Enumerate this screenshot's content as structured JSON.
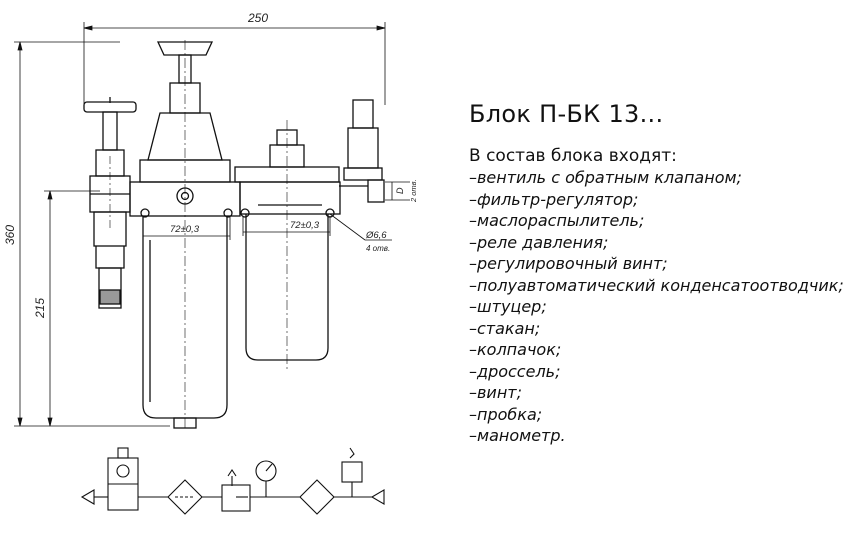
{
  "title": "Блок П-БК 13...",
  "intro": "В состав блока входят:",
  "items": [
    "вентиль с обратным клапаном;",
    "фильтр-регулятор;",
    "маслораспылитель;",
    "реле давления;",
    "регулировочный винт;",
    "полуавтоматический конденсатоотводчик;",
    "штуцер;",
    "стакан;",
    "колпачок;",
    "дроссель;",
    "винт;",
    "пробка;",
    "манометр."
  ],
  "dimensions": {
    "width_total": "250",
    "height_total": "360",
    "height_outlet": "215",
    "spacing_left": "72±0,3",
    "spacing_right": "72±0,3",
    "hole_dia": "Ø6,6",
    "hole_count": "4 отв.",
    "thread": "D",
    "thread_count": "2 отв."
  },
  "icons": [
    "valve-assembly-drawing",
    "pneumatic-schematic"
  ]
}
